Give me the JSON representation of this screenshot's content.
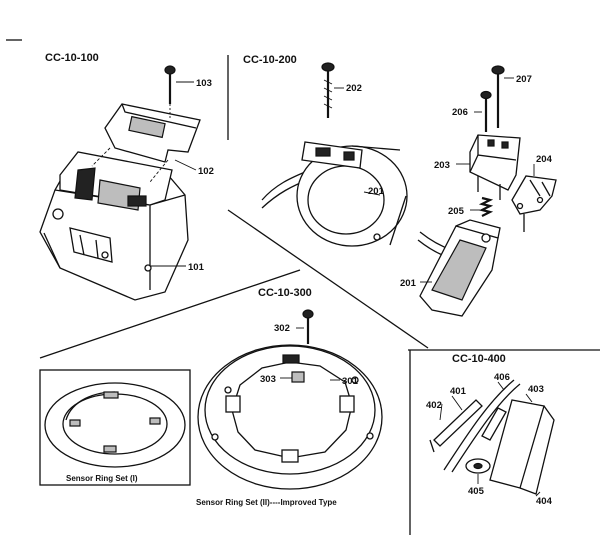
{
  "sections": {
    "s100": "CC-10-100",
    "s200": "CC-10-200",
    "s300": "CC-10-300",
    "s400": "CC-10-400"
  },
  "callouts": {
    "c101": "101",
    "c102": "102",
    "c103": "103",
    "c201a": "201",
    "c201b": "201",
    "c202": "202",
    "c203": "203",
    "c204": "204",
    "c205": "205",
    "c206": "206",
    "c207": "207",
    "c301": "301",
    "c302": "302",
    "c303": "303",
    "c401": "401",
    "c402": "402",
    "c403": "403",
    "c404": "404",
    "c405": "405",
    "c406": "406"
  },
  "captions": {
    "ring1": "Sensor Ring Set (I)",
    "ring2": "Sensor Ring Set (II)----Improved Type"
  }
}
